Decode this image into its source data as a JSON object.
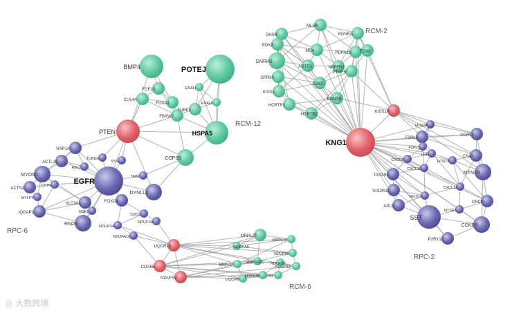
{
  "colors": {
    "mint": "#4fbf93",
    "mint_light": "#b9efd6",
    "blue": "#5c5ca6",
    "blue_light": "#c9c9ec",
    "red": "#df5a61",
    "red_light": "#f6c3c6",
    "edge": "#9a9a9a"
  },
  "watermark": "大数跨境",
  "module_labels": {
    "rcm2": "RCM-2",
    "rcm12": "RCM-12",
    "rpc6": "RPC-6",
    "rpc2": "RPC-2",
    "rcm6": "RCM-6"
  },
  "nodes": [
    {
      "id": "POTEJ",
      "label": "POTEJ",
      "group": "mint",
      "size": "xl",
      "bold": true
    },
    {
      "id": "HSPA5",
      "label": "HSPA5",
      "group": "mint",
      "size": "l",
      "bold": true
    },
    {
      "id": "BMP4",
      "label": "BMP4",
      "group": "mint",
      "size": "l"
    },
    {
      "id": "FGF13",
      "label": "FGF13",
      "group": "mint",
      "size": "s"
    },
    {
      "id": "CUL4A",
      "label": "CUL4A",
      "group": "mint",
      "size": "s"
    },
    {
      "id": "FOXA1",
      "label": "FOXA1",
      "group": "mint",
      "size": "s"
    },
    {
      "id": "FBXW7",
      "label": "FBXW7",
      "group": "mint",
      "size": "s"
    },
    {
      "id": "ENAH",
      "label": "ENAH",
      "group": "mint",
      "size": "xs"
    },
    {
      "id": "ENAH1",
      "label": "ENAH1",
      "group": "mint",
      "size": "xs"
    },
    {
      "id": "TUBE1",
      "label": "TUBE1",
      "group": "mint",
      "size": "s"
    },
    {
      "id": "COPS5",
      "label": "COPS5",
      "group": "mint",
      "size": "m"
    },
    {
      "id": "PTEN",
      "label": "PTEN",
      "group": "red",
      "size": "l"
    },
    {
      "id": "EGFR",
      "label": "EGFR",
      "group": "blue",
      "size": "xl",
      "bold": true
    },
    {
      "id": "RAP1A",
      "label": "RAP1A",
      "group": "blue",
      "size": "s"
    },
    {
      "id": "ACTL10",
      "label": "ACTL10",
      "group": "blue",
      "size": "s"
    },
    {
      "id": "ABL2",
      "label": "ABL2",
      "group": "blue",
      "size": "xs"
    },
    {
      "id": "TUBG1",
      "label": "TUBG1",
      "group": "blue",
      "size": "xs"
    },
    {
      "id": "SYN",
      "label": "SYN",
      "group": "blue",
      "size": "xs"
    },
    {
      "id": "MYO5C",
      "label": "MYO5C",
      "group": "blue",
      "size": "m"
    },
    {
      "id": "ACTN2",
      "label": "ACTN2",
      "group": "blue",
      "size": "s"
    },
    {
      "id": "CTTN",
      "label": "CTTN",
      "group": "blue",
      "size": "xs"
    },
    {
      "id": "MYLPF",
      "label": "MYLPF",
      "group": "blue",
      "size": "xs"
    },
    {
      "id": "SLC9A1",
      "label": "SLC9A1",
      "group": "blue",
      "size": "s"
    },
    {
      "id": "IQGAP1",
      "label": "IQGAP1",
      "group": "blue",
      "size": "s"
    },
    {
      "id": "SGK1",
      "label": "SGK1",
      "group": "blue",
      "size": "xs"
    },
    {
      "id": "RND3",
      "label": "RND3",
      "group": "blue",
      "size": "m"
    },
    {
      "id": "TAB1",
      "label": "TAB1",
      "group": "blue",
      "size": "xs"
    },
    {
      "id": "DYNLL1",
      "label": "DYNLL1",
      "group": "blue",
      "size": "m"
    },
    {
      "id": "FOXO4",
      "label": "FOXO4",
      "group": "blue",
      "size": "s"
    },
    {
      "id": "SOD2",
      "label": "SOD2",
      "group": "blue",
      "size": "xs"
    },
    {
      "id": "NDUFS4",
      "label": "NDUFS4",
      "group": "blue",
      "size": "xs"
    },
    {
      "id": "NDUFS8",
      "label": "NDUFS8",
      "group": "blue",
      "size": "xs"
    },
    {
      "id": "NDUFA10",
      "label": "NDUFA10",
      "group": "blue",
      "size": "xs"
    },
    {
      "id": "UQCR10",
      "label": "UQCR10",
      "group": "red",
      "size": "s"
    },
    {
      "id": "COX5B",
      "label": "COX5B",
      "group": "red",
      "size": "s"
    },
    {
      "id": "NDUFS2",
      "label": "NDUFS2",
      "group": "red",
      "size": "s"
    },
    {
      "id": "MRPL27",
      "label": "MRPL27",
      "group": "mint",
      "size": "s"
    },
    {
      "id": "NDUFA8",
      "label": "NDUFA8",
      "group": "mint",
      "size": "xs"
    },
    {
      "id": "MRPL12",
      "label": "MRPL12",
      "group": "mint",
      "size": "xs"
    },
    {
      "id": "MRPL17",
      "label": "MRPL17",
      "group": "mint",
      "size": "xs"
    },
    {
      "id": "MRPS18C",
      "label": "MRPS18C",
      "group": "mint",
      "size": "xs"
    },
    {
      "id": "NDUFB6",
      "label": "NDUFB6",
      "group": "mint",
      "size": "xs"
    },
    {
      "id": "NDUFB3",
      "label": "NDUFB3",
      "group": "mint",
      "size": "xs"
    },
    {
      "id": "UQCRB",
      "label": "UQCRB",
      "group": "mint",
      "size": "xs"
    },
    {
      "id": "NDUFV1",
      "label": "NDUFV1",
      "group": "mint",
      "size": "xs"
    },
    {
      "id": "MRPL16",
      "label": "MRPL16",
      "group": "mint",
      "size": "xs"
    },
    {
      "id": "NDUFB7",
      "label": "NDUFB7",
      "group": "mint",
      "size": "xs"
    },
    {
      "id": "GHSR",
      "label": "GHSR",
      "group": "mint",
      "size": "s"
    },
    {
      "id": "MLNR",
      "label": "MLNR",
      "group": "mint",
      "size": "s"
    },
    {
      "id": "EDNRA",
      "label": "EDNRA",
      "group": "mint",
      "size": "s"
    },
    {
      "id": "EDN3",
      "label": "EDN3",
      "group": "mint",
      "size": "s"
    },
    {
      "id": "MC4",
      "label": "MC4",
      "group": "mint",
      "size": "s"
    },
    {
      "id": "GNRH1",
      "label": "GNRH1",
      "group": "mint",
      "size": "m"
    },
    {
      "id": "AGTR1",
      "label": "AGTR1",
      "group": "mint",
      "size": "s"
    },
    {
      "id": "NPFFR2",
      "label": "NPFFR2",
      "group": "mint",
      "size": "s"
    },
    {
      "id": "PDPA1D",
      "label": "PDPA1D",
      "group": "mint",
      "size": "s"
    },
    {
      "id": "GPR65",
      "label": "GPR65",
      "group": "mint",
      "size": "s"
    },
    {
      "id": "PTGFR",
      "label": "PTGFR",
      "group": "mint",
      "size": "s"
    },
    {
      "id": "KISS1",
      "label": "KISS1",
      "group": "mint",
      "size": "s"
    },
    {
      "id": "C2R2",
      "label": "C2R2",
      "group": "mint",
      "size": "s"
    },
    {
      "id": "HCRTR1",
      "label": "HCRTR1",
      "group": "mint",
      "size": "s"
    },
    {
      "id": "EDNRB",
      "label": "EDNRB",
      "group": "mint",
      "size": "s"
    },
    {
      "id": "HCRTR2",
      "label": "HCRTR2",
      "group": "mint",
      "size": "s"
    },
    {
      "id": "EDN2",
      "label": "EDN2",
      "group": "mint",
      "size": "s"
    },
    {
      "id": "KISS1R",
      "label": "KISS1R",
      "group": "red",
      "size": "s"
    },
    {
      "id": "KNG1",
      "label": "KNG1",
      "group": "red",
      "size": "xl",
      "bold": true
    },
    {
      "id": "HTR2B",
      "label": "HTR2B",
      "group": "blue",
      "size": "xs"
    },
    {
      "id": "CCRL2",
      "label": "CCRL2",
      "group": "blue",
      "size": "s"
    },
    {
      "id": "F2RL3",
      "label": "F2RL3",
      "group": "blue",
      "size": "s"
    },
    {
      "id": "F2RL1",
      "label": "F2RL1",
      "group": "blue",
      "size": "xs"
    },
    {
      "id": "CXCR5",
      "label": "CXCR5",
      "group": "blue",
      "size": "xs"
    },
    {
      "id": "LHR",
      "label": "LHR",
      "group": "blue",
      "size": "xs"
    },
    {
      "id": "CFAP",
      "label": "CFAP",
      "group": "blue",
      "size": "s"
    },
    {
      "id": "CXCL10",
      "label": "CXCL10",
      "group": "blue",
      "size": "xs"
    },
    {
      "id": "HTR1B",
      "label": "HTR1B",
      "group": "blue",
      "size": "xs"
    },
    {
      "id": "MTN2R",
      "label": "MTN2R",
      "group": "blue",
      "size": "m"
    },
    {
      "id": "TAS2R5",
      "label": "TAS2R5",
      "group": "blue",
      "size": "s"
    },
    {
      "id": "CXCL13",
      "label": "CXCL13",
      "group": "blue",
      "size": "xs"
    },
    {
      "id": "TAS2R19",
      "label": "TAS2R19",
      "group": "blue",
      "size": "s"
    },
    {
      "id": "RGS14",
      "label": "RGS14",
      "group": "blue",
      "size": "xs"
    },
    {
      "id": "CRCP",
      "label": "CRCP",
      "group": "blue",
      "size": "s"
    },
    {
      "id": "APLN",
      "label": "APLN",
      "group": "blue",
      "size": "s"
    },
    {
      "id": "NTSR1",
      "label": "NTSR1",
      "group": "blue",
      "size": "xs"
    },
    {
      "id": "SST",
      "label": "SST",
      "group": "blue",
      "size": "l"
    },
    {
      "id": "CCKBR",
      "label": "CCKBR",
      "group": "blue",
      "size": "m"
    },
    {
      "id": "P2RY12",
      "label": "P2RY12",
      "group": "blue",
      "size": "s"
    }
  ],
  "edges": [
    [
      "POTEJ",
      "HSPA5"
    ],
    [
      "POTEJ",
      "TUBE1"
    ],
    [
      "POTEJ",
      "ENAH"
    ],
    [
      "POTEJ",
      "ENAH1"
    ],
    [
      "HSPA5",
      "TUBE1"
    ],
    [
      "HSPA5",
      "FBXW7"
    ],
    [
      "HSPA5",
      "COPS5"
    ],
    [
      "HSPA5",
      "PTEN"
    ],
    [
      "HSPA5",
      "ENAH1"
    ],
    [
      "HSPA5",
      "ENAH"
    ],
    [
      "BMP4",
      "FGF13"
    ],
    [
      "BMP4",
      "FOXA1"
    ],
    [
      "BMP4",
      "PTEN"
    ],
    [
      "FGF13",
      "CUL4A"
    ],
    [
      "FGF13",
      "FOXA1"
    ],
    [
      "FGF13",
      "FBXW7"
    ],
    [
      "CUL4A",
      "FBXW7"
    ],
    [
      "CUL4A",
      "PTEN"
    ],
    [
      "CUL4A",
      "FOXA1"
    ],
    [
      "FOXA1",
      "FBXW7"
    ],
    [
      "FBXW7",
      "TUBE1"
    ],
    [
      "FBXW7",
      "PTEN"
    ],
    [
      "FBXW7",
      "COPS5"
    ],
    [
      "TUBE1",
      "ENAH"
    ],
    [
      "TUBE1",
      "ENAH1"
    ],
    [
      "ENAH",
      "ENAH1"
    ],
    [
      "COPS5",
      "PTEN"
    ],
    [
      "COPS5",
      "DYNLL1"
    ],
    [
      "COPS5",
      "TAB1"
    ],
    [
      "PTEN",
      "EGFR"
    ],
    [
      "PTEN",
      "SYN"
    ],
    [
      "PTEN",
      "RAP1A"
    ],
    [
      "PTEN",
      "TUBG1"
    ],
    [
      "PTEN",
      "CUL4A"
    ],
    [
      "PTEN",
      "DYNLL1"
    ],
    [
      "EGFR",
      "RAP1A"
    ],
    [
      "EGFR",
      "ACTL10"
    ],
    [
      "EGFR",
      "ABL2"
    ],
    [
      "EGFR",
      "TUBG1"
    ],
    [
      "EGFR",
      "SYN"
    ],
    [
      "EGFR",
      "MYO5C"
    ],
    [
      "EGFR",
      "CTTN"
    ],
    [
      "EGFR",
      "SLC9A1"
    ],
    [
      "EGFR",
      "SGK1"
    ],
    [
      "EGFR",
      "RND3"
    ],
    [
      "EGFR",
      "TAB1"
    ],
    [
      "EGFR",
      "DYNLL1"
    ],
    [
      "EGFR",
      "FOXO4"
    ],
    [
      "EGFR",
      "IQGAP1"
    ],
    [
      "RAP1A",
      "ACTL10"
    ],
    [
      "RAP1A",
      "ABL2"
    ],
    [
      "RAP1A",
      "MYO5C"
    ],
    [
      "ACTL10",
      "MYO5C"
    ],
    [
      "ACTL10",
      "ABL2"
    ],
    [
      "MYO5C",
      "ACTN2"
    ],
    [
      "MYO5C",
      "CTTN"
    ],
    [
      "MYO5C",
      "MYLPF"
    ],
    [
      "MYO5C",
      "SLC9A1"
    ],
    [
      "ACTN2",
      "MYLPF"
    ],
    [
      "ACTN2",
      "CTTN"
    ],
    [
      "CTTN",
      "SLC9A1"
    ],
    [
      "CTTN",
      "IQGAP1"
    ],
    [
      "SLC9A1",
      "IQGAP1"
    ],
    [
      "SLC9A1",
      "SGK1"
    ],
    [
      "SLC9A1",
      "RND3"
    ],
    [
      "IQGAP1",
      "RND3"
    ],
    [
      "SGK1",
      "RND3"
    ],
    [
      "IQGAP1",
      "MYLPF"
    ],
    [
      "FOXO4",
      "SOD2"
    ],
    [
      "FOXO4",
      "NDUFS4"
    ],
    [
      "SOD2",
      "NDUFS4"
    ],
    [
      "SOD2",
      "NDUFS8"
    ],
    [
      "NDUFS4",
      "NDUFA10"
    ],
    [
      "NDUFS8",
      "UQCR10"
    ],
    [
      "NDUFA10",
      "UQCR10"
    ],
    [
      "NDUFA10",
      "COX5B"
    ],
    [
      "NDUFS4",
      "UQCR10"
    ],
    [
      "UQCR10",
      "COX5B"
    ],
    [
      "UQCR10",
      "NDUFS2"
    ],
    [
      "COX5B",
      "NDUFS2"
    ],
    [
      "UQCR10",
      "MRPL27"
    ],
    [
      "UQCR10",
      "NDUFA8"
    ],
    [
      "UQCR10",
      "MRPL12"
    ],
    [
      "UQCR10",
      "MRPL17"
    ],
    [
      "UQCR10",
      "MRPS18C"
    ],
    [
      "UQCR10",
      "NDUFB6"
    ],
    [
      "UQCR10",
      "NDUFB3"
    ],
    [
      "COX5B",
      "MRPL27"
    ],
    [
      "COX5B",
      "MRPL17"
    ],
    [
      "COX5B",
      "MRPS18C"
    ],
    [
      "COX5B",
      "UQCRB"
    ],
    [
      "COX5B",
      "NDUFV1"
    ],
    [
      "COX5B",
      "NDUFB7"
    ],
    [
      "COX5B",
      "MRPL16"
    ],
    [
      "COX5B",
      "NDUFA8"
    ],
    [
      "NDUFS2",
      "MRPL17"
    ],
    [
      "NDUFS2",
      "UQCRB"
    ],
    [
      "NDUFS2",
      "NDUFV1"
    ],
    [
      "NDUFS2",
      "MRPL16"
    ],
    [
      "NDUFS2",
      "NDUFB3"
    ],
    [
      "NDUFS2",
      "MRPS18C"
    ],
    [
      "MRPL27",
      "NDUFA8"
    ],
    [
      "MRPL27",
      "MRPL12"
    ],
    [
      "MRPL27",
      "MRPS18C"
    ],
    [
      "MRPL12",
      "NDUFB6"
    ],
    [
      "MRPL12",
      "NDUFA8"
    ],
    [
      "MRPL17",
      "MRPS18C"
    ],
    [
      "MRPL17",
      "UQCRB"
    ],
    [
      "MRPS18C",
      "NDUFB6"
    ],
    [
      "MRPS18C",
      "NDUFB3"
    ],
    [
      "NDUFB6",
      "NDUFB3"
    ],
    [
      "NDUFB3",
      "NDUFV1"
    ],
    [
      "NDUFV1",
      "UQCRB"
    ],
    [
      "UQCRB",
      "MRPL16"
    ],
    [
      "MRPL16",
      "NDUFB7"
    ],
    [
      "NDUFB7",
      "NDUFV1"
    ],
    [
      "NDUFA8",
      "NDUFB6"
    ],
    [
      "MRPL12",
      "MRPL17"
    ],
    [
      "NDUFB7",
      "NDUFB3"
    ],
    [
      "GHSR",
      "MLNR"
    ],
    [
      "GHSR",
      "EDN3"
    ],
    [
      "GHSR",
      "GNRH1"
    ],
    [
      "GHSR",
      "MC4"
    ],
    [
      "GHSR",
      "AGTR1"
    ],
    [
      "MLNR",
      "EDNRA"
    ],
    [
      "MLNR",
      "MC4"
    ],
    [
      "MLNR",
      "NPFFR2"
    ],
    [
      "MLNR",
      "PDPA1D"
    ],
    [
      "EDNRA",
      "EDN2"
    ],
    [
      "EDNRA",
      "PDPA1D"
    ],
    [
      "EDNRA",
      "MC4"
    ],
    [
      "EDNRA",
      "PTGFR"
    ],
    [
      "EDN3",
      "GNRH1"
    ],
    [
      "EDN3",
      "MC4"
    ],
    [
      "EDN3",
      "GPR65"
    ],
    [
      "EDN3",
      "AGTR1"
    ],
    [
      "MC4",
      "AGTR1"
    ],
    [
      "MC4",
      "NPFFR2"
    ],
    [
      "MC4",
      "PDPA1D"
    ],
    [
      "GNRH1",
      "GPR65"
    ],
    [
      "GNRH1",
      "KISS1"
    ],
    [
      "GNRH1",
      "AGTR1"
    ],
    [
      "GNRH1",
      "C2R2"
    ],
    [
      "AGTR1",
      "NPFFR2"
    ],
    [
      "AGTR1",
      "C2R2"
    ],
    [
      "AGTR1",
      "KISS1"
    ],
    [
      "NPFFR2",
      "PDPA1D"
    ],
    [
      "NPFFR2",
      "PTGFR"
    ],
    [
      "NPFFR2",
      "C2R2"
    ],
    [
      "PDPA1D",
      "PTGFR"
    ],
    [
      "PDPA1D",
      "EDN2"
    ],
    [
      "GPR65",
      "KISS1"
    ],
    [
      "GPR65",
      "HCRTR1"
    ],
    [
      "KISS1",
      "HCRTR1"
    ],
    [
      "KISS1",
      "C2R2"
    ],
    [
      "C2R2",
      "EDNRB"
    ],
    [
      "C2R2",
      "PTGFR"
    ],
    [
      "HCRTR1",
      "HCRTR2"
    ],
    [
      "HCRTR1",
      "EDNRB"
    ],
    [
      "EDNRB",
      "HCRTR2"
    ],
    [
      "EDNRB",
      "PTGFR"
    ],
    [
      "PTGFR",
      "EDN2"
    ],
    [
      "EDN2",
      "KISS1R"
    ],
    [
      "PTGFR",
      "KISS1R"
    ],
    [
      "EDNRB",
      "KISS1R"
    ],
    [
      "EDNRA",
      "KISS1R"
    ],
    [
      "GHSR",
      "KISS1"
    ],
    [
      "EDN3",
      "HCRTR1"
    ],
    [
      "MLNR",
      "GNRH1"
    ],
    [
      "EDNRA",
      "NPFFR2"
    ],
    [
      "EDN3",
      "AGTR1"
    ],
    [
      "GPR65",
      "C2R2"
    ],
    [
      "HCRTR2",
      "PTGFR"
    ],
    [
      "KNG1",
      "GHSR"
    ],
    [
      "KNG1",
      "MLNR"
    ],
    [
      "KNG1",
      "EDNRA"
    ],
    [
      "KNG1",
      "EDN3"
    ],
    [
      "KNG1",
      "MC4"
    ],
    [
      "KNG1",
      "GNRH1"
    ],
    [
      "KNG1",
      "AGTR1"
    ],
    [
      "KNG1",
      "NPFFR2"
    ],
    [
      "KNG1",
      "PDPA1D"
    ],
    [
      "KNG1",
      "GPR65"
    ],
    [
      "KNG1",
      "PTGFR"
    ],
    [
      "KNG1",
      "KISS1"
    ],
    [
      "KNG1",
      "C2R2"
    ],
    [
      "KNG1",
      "HCRTR1"
    ],
    [
      "KNG1",
      "EDNRB"
    ],
    [
      "KNG1",
      "HCRTR2"
    ],
    [
      "KNG1",
      "EDN2"
    ],
    [
      "KNG1",
      "KISS1R"
    ],
    [
      "KNG1",
      "HTR2B"
    ],
    [
      "KNG1",
      "CCRL2"
    ],
    [
      "KNG1",
      "F2RL3"
    ],
    [
      "KNG1",
      "F2RL1"
    ],
    [
      "KNG1",
      "CXCR5"
    ],
    [
      "KNG1",
      "LHR"
    ],
    [
      "KNG1",
      "CXCL10"
    ],
    [
      "KNG1",
      "TAS2R5"
    ],
    [
      "KNG1",
      "CXCL13"
    ],
    [
      "KNG1",
      "TAS2R19"
    ],
    [
      "KNG1",
      "RGS14"
    ],
    [
      "KNG1",
      "APLN"
    ],
    [
      "KNG1",
      "SST"
    ],
    [
      "KNG1",
      "CCKBR"
    ],
    [
      "KNG1",
      "P2RY12"
    ],
    [
      "KNG1",
      "NTSR1"
    ],
    [
      "KNG1",
      "CRCP"
    ],
    [
      "KNG1",
      "HTR1B"
    ],
    [
      "KISS1R",
      "HTR2B"
    ],
    [
      "KISS1R",
      "CCRL2"
    ],
    [
      "KISS1R",
      "CFAP"
    ],
    [
      "KISS1R",
      "F2RL3"
    ],
    [
      "KISS1R",
      "MTN2R"
    ],
    [
      "HTR2B",
      "CCRL2"
    ],
    [
      "HTR2B",
      "F2RL3"
    ],
    [
      "HTR2B",
      "F2RL1"
    ],
    [
      "CCRL2",
      "CFAP"
    ],
    [
      "CCRL2",
      "MTN2R"
    ],
    [
      "CCRL2",
      "F2RL3"
    ],
    [
      "F2RL3",
      "F2RL1"
    ],
    [
      "F2RL3",
      "LHR"
    ],
    [
      "F2RL3",
      "CFAP"
    ],
    [
      "F2RL1",
      "CXCR5"
    ],
    [
      "F2RL1",
      "LHR"
    ],
    [
      "CXCR5",
      "LHR"
    ],
    [
      "CXCR5",
      "CXCL10"
    ],
    [
      "LHR",
      "CXCL10"
    ],
    [
      "LHR",
      "HTR1B"
    ],
    [
      "CFAP",
      "HTR1B"
    ],
    [
      "CFAP",
      "MTN2R"
    ],
    [
      "HTR1B",
      "MTN2R"
    ],
    [
      "HTR1B",
      "CXCL13"
    ],
    [
      "CXCL10",
      "TAS2R5"
    ],
    [
      "CXCL10",
      "CXCL13"
    ],
    [
      "TAS2R5",
      "TAS2R19"
    ],
    [
      "TAS2R5",
      "RGS14"
    ],
    [
      "TAS2R19",
      "APLN"
    ],
    [
      "TAS2R19",
      "RGS14"
    ],
    [
      "RGS14",
      "APLN"
    ],
    [
      "RGS14",
      "SST"
    ],
    [
      "CXCL13",
      "CRCP"
    ],
    [
      "CXCL13",
      "NTSR1"
    ],
    [
      "MTN2R",
      "CRCP"
    ],
    [
      "CRCP",
      "NTSR1"
    ],
    [
      "NTSR1",
      "SST"
    ],
    [
      "NTSR1",
      "CCKBR"
    ],
    [
      "SST",
      "CCKBR"
    ],
    [
      "SST",
      "P2RY12"
    ],
    [
      "CCKBR",
      "P2RY12"
    ],
    [
      "APLN",
      "SST"
    ],
    [
      "CRCP",
      "CCKBR"
    ],
    [
      "MTN2R",
      "CCKBR"
    ],
    [
      "CXCL13",
      "RGS14"
    ],
    [
      "CXCR5",
      "TAS2R5"
    ],
    [
      "LHR",
      "CXCL13"
    ],
    [
      "HTR1B",
      "CRCP"
    ],
    [
      "F2RL1",
      "CXCL10"
    ],
    [
      "CFAP",
      "CXCL13"
    ],
    [
      "TAS2R19",
      "SST"
    ],
    [
      "CXCL10",
      "RGS14"
    ]
  ]
}
